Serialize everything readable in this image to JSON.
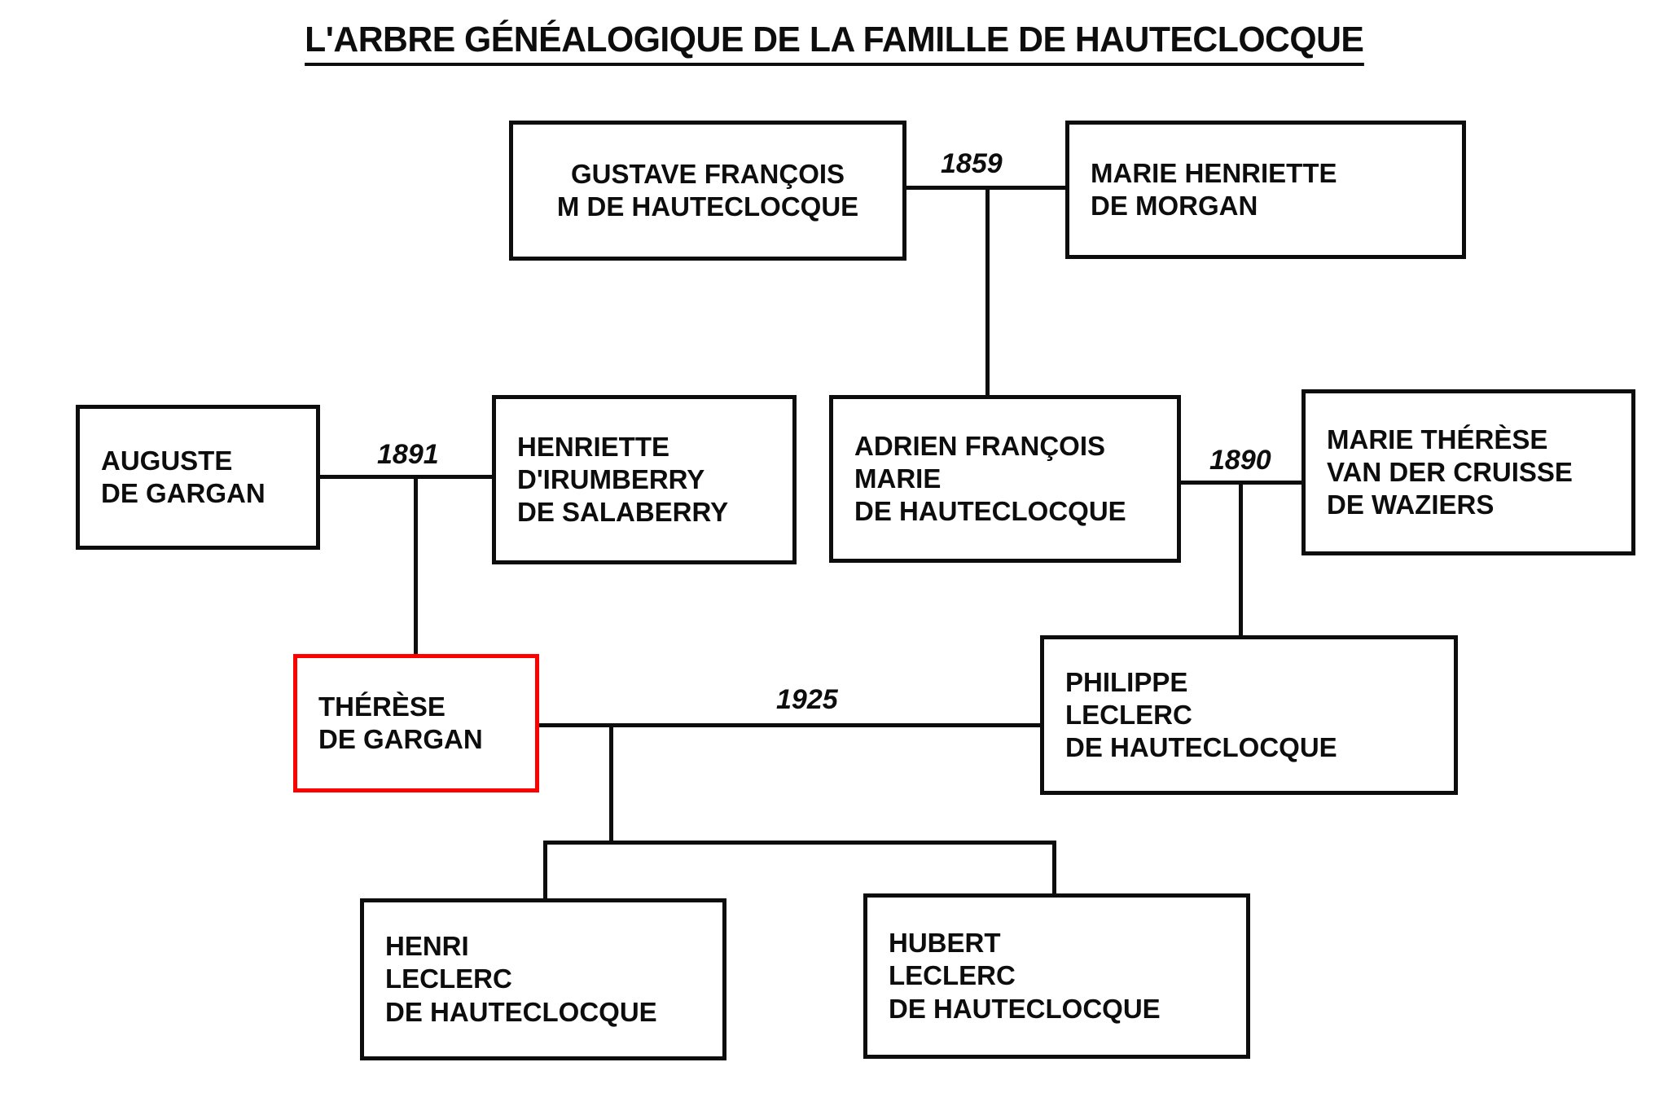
{
  "document": {
    "title": "L'ARBRE GÉNÉALOGIQUE DE LA FAMILLE DE HAUTECLOCQUE",
    "background_color": "#ffffff",
    "line_color": "#0d0d0d",
    "highlight_color": "#fe0000"
  },
  "chart_data": {
    "type": "diagram",
    "subtype": "genealogical-family-tree",
    "title": "L'ARBRE GÉNÉALOGIQUE DE LA FAMILLE DE HAUTECLOCQUE",
    "nodes": [
      {
        "id": "gustave",
        "lines": [
          "GUSTAVE FRANÇOIS",
          "M DE HAUTECLOCQUE"
        ],
        "generation": 1,
        "highlighted": false
      },
      {
        "id": "marie_henriette",
        "lines": [
          "MARIE HENRIETTE",
          "DE MORGAN"
        ],
        "generation": 1,
        "highlighted": false
      },
      {
        "id": "auguste",
        "lines": [
          "AUGUSTE",
          "DE GARGAN"
        ],
        "generation": 2,
        "highlighted": false
      },
      {
        "id": "henriette",
        "lines": [
          "HENRIETTE",
          "D'IRUMBERRY",
          "DE SALABERRY"
        ],
        "generation": 2,
        "highlighted": false
      },
      {
        "id": "adrien",
        "lines": [
          "ADRIEN FRANÇOIS",
          "MARIE",
          "DE HAUTECLOCQUE"
        ],
        "generation": 2,
        "highlighted": false
      },
      {
        "id": "marie_therese",
        "lines": [
          "MARIE THÉRÈSE",
          "VAN DER CRUISSE",
          "DE WAZIERS"
        ],
        "generation": 2,
        "highlighted": false
      },
      {
        "id": "therese",
        "lines": [
          "THÉRÈSE",
          "DE GARGAN"
        ],
        "generation": 3,
        "highlighted": true
      },
      {
        "id": "philippe",
        "lines": [
          "PHILIPPE",
          "LECLERC",
          "DE HAUTECLOCQUE"
        ],
        "generation": 3,
        "highlighted": false
      },
      {
        "id": "henri",
        "lines": [
          "HENRI",
          "LECLERC",
          "DE HAUTECLOCQUE"
        ],
        "generation": 4,
        "highlighted": false
      },
      {
        "id": "hubert",
        "lines": [
          "HUBERT",
          "LECLERC",
          "DE HAUTECLOCQUE"
        ],
        "generation": 4,
        "highlighted": false
      }
    ],
    "marriages": [
      {
        "id": "m1859",
        "year": "1859",
        "spouses": [
          "gustave",
          "marie_henriette"
        ],
        "children": [
          "adrien"
        ]
      },
      {
        "id": "m1891",
        "year": "1891",
        "spouses": [
          "auguste",
          "henriette"
        ],
        "children": [
          "therese"
        ]
      },
      {
        "id": "m1890",
        "year": "1890",
        "spouses": [
          "adrien",
          "marie_therese"
        ],
        "children": [
          "philippe"
        ]
      },
      {
        "id": "m1925",
        "year": "1925",
        "spouses": [
          "therese",
          "philippe"
        ],
        "children": [
          "henri",
          "hubert"
        ]
      }
    ]
  },
  "boxes": {
    "gustave": {
      "l1": "GUSTAVE FRANÇOIS",
      "l2": "M DE HAUTECLOCQUE"
    },
    "marie_henriette": {
      "l1": "MARIE HENRIETTE",
      "l2": "DE MORGAN"
    },
    "auguste": {
      "l1": "AUGUSTE",
      "l2": "DE GARGAN"
    },
    "henriette": {
      "l1": "HENRIETTE",
      "l2": "D'IRUMBERRY",
      "l3": "DE SALABERRY"
    },
    "adrien": {
      "l1": "ADRIEN FRANÇOIS",
      "l2": "MARIE",
      "l3": "DE HAUTECLOCQUE"
    },
    "marie_therese": {
      "l1": "MARIE THÉRÈSE",
      "l2": "VAN DER CRUISSE",
      "l3": "DE WAZIERS"
    },
    "therese": {
      "l1": "THÉRÈSE",
      "l2": "DE GARGAN"
    },
    "philippe": {
      "l1": "PHILIPPE",
      "l2": "LECLERC",
      "l3": "DE HAUTECLOCQUE"
    },
    "henri": {
      "l1": "HENRI",
      "l2": "LECLERC",
      "l3": "DE HAUTECLOCQUE"
    },
    "hubert": {
      "l1": "HUBERT",
      "l2": "LECLERC",
      "l3": "DE HAUTECLOCQUE"
    }
  },
  "years": {
    "y1859": "1859",
    "y1891": "1891",
    "y1890": "1890",
    "y1925": "1925"
  }
}
